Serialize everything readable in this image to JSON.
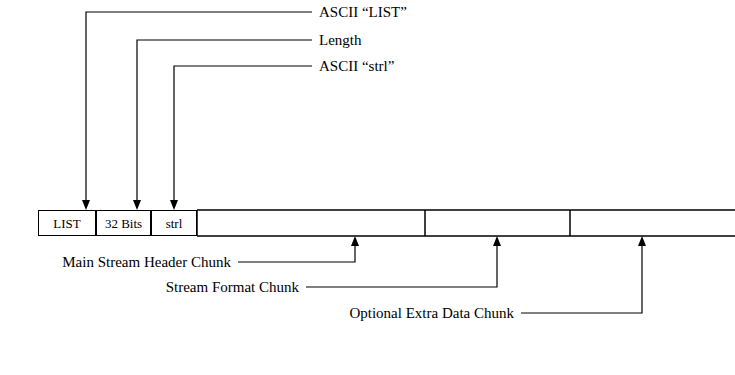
{
  "diagram": {
    "nodes": [
      {
        "text": [
          "LIST"
        ]
      },
      {
        "text": [
          "32 Bits"
        ]
      },
      {
        "text": [
          "strl"
        ]
      }
    ],
    "labels": [
      "ASCII “LIST”",
      "Length",
      "ASCII “strl”",
      "Main Stream Header Chunk",
      "Stream Format Chunk",
      "Optional Extra Data Chunk"
    ]
  }
}
